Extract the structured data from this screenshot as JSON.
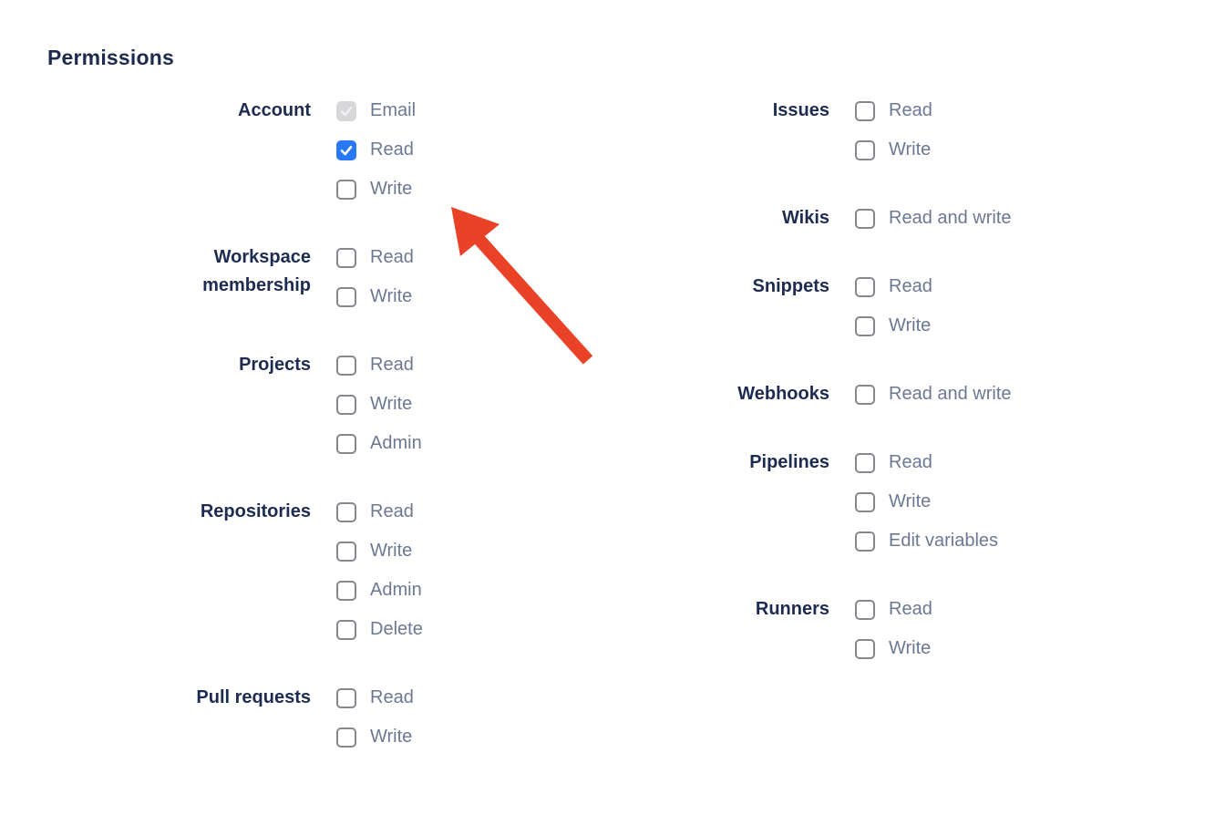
{
  "page": {
    "title": "Permissions"
  },
  "colors": {
    "heading": "#1E2B50",
    "option_text": "#6C7893",
    "checkbox_border": "#84878C",
    "checkbox_checked_bg": "#2779F6",
    "checkbox_disabled_bg": "#D7D7D9",
    "arrow_red": "#E94226"
  },
  "columns": [
    {
      "groups": [
        {
          "label": "Account",
          "options": [
            {
              "label": "Email",
              "state": "checked-disabled"
            },
            {
              "label": "Read",
              "state": "checked"
            },
            {
              "label": "Write",
              "state": "unchecked"
            }
          ]
        },
        {
          "label": "Workspace membership",
          "options": [
            {
              "label": "Read",
              "state": "unchecked"
            },
            {
              "label": "Write",
              "state": "unchecked"
            }
          ]
        },
        {
          "label": "Projects",
          "options": [
            {
              "label": "Read",
              "state": "unchecked"
            },
            {
              "label": "Write",
              "state": "unchecked"
            },
            {
              "label": "Admin",
              "state": "unchecked"
            }
          ]
        },
        {
          "label": "Repositories",
          "options": [
            {
              "label": "Read",
              "state": "unchecked"
            },
            {
              "label": "Write",
              "state": "unchecked"
            },
            {
              "label": "Admin",
              "state": "unchecked"
            },
            {
              "label": "Delete",
              "state": "unchecked"
            }
          ]
        },
        {
          "label": "Pull requests",
          "options": [
            {
              "label": "Read",
              "state": "unchecked"
            },
            {
              "label": "Write",
              "state": "unchecked"
            }
          ]
        }
      ]
    },
    {
      "groups": [
        {
          "label": "Issues",
          "options": [
            {
              "label": "Read",
              "state": "unchecked"
            },
            {
              "label": "Write",
              "state": "unchecked"
            }
          ]
        },
        {
          "label": "Wikis",
          "options": [
            {
              "label": "Read and write",
              "state": "unchecked"
            }
          ]
        },
        {
          "label": "Snippets",
          "options": [
            {
              "label": "Read",
              "state": "unchecked"
            },
            {
              "label": "Write",
              "state": "unchecked"
            }
          ]
        },
        {
          "label": "Webhooks",
          "options": [
            {
              "label": "Read and write",
              "state": "unchecked"
            }
          ]
        },
        {
          "label": "Pipelines",
          "options": [
            {
              "label": "Read",
              "state": "unchecked"
            },
            {
              "label": "Write",
              "state": "unchecked"
            },
            {
              "label": "Edit variables",
              "state": "unchecked"
            }
          ]
        },
        {
          "label": "Runners",
          "options": [
            {
              "label": "Read",
              "state": "unchecked"
            },
            {
              "label": "Write",
              "state": "unchecked"
            }
          ]
        }
      ]
    }
  ],
  "annotation": {
    "type": "arrow",
    "points_at": "account-read-checkbox"
  }
}
